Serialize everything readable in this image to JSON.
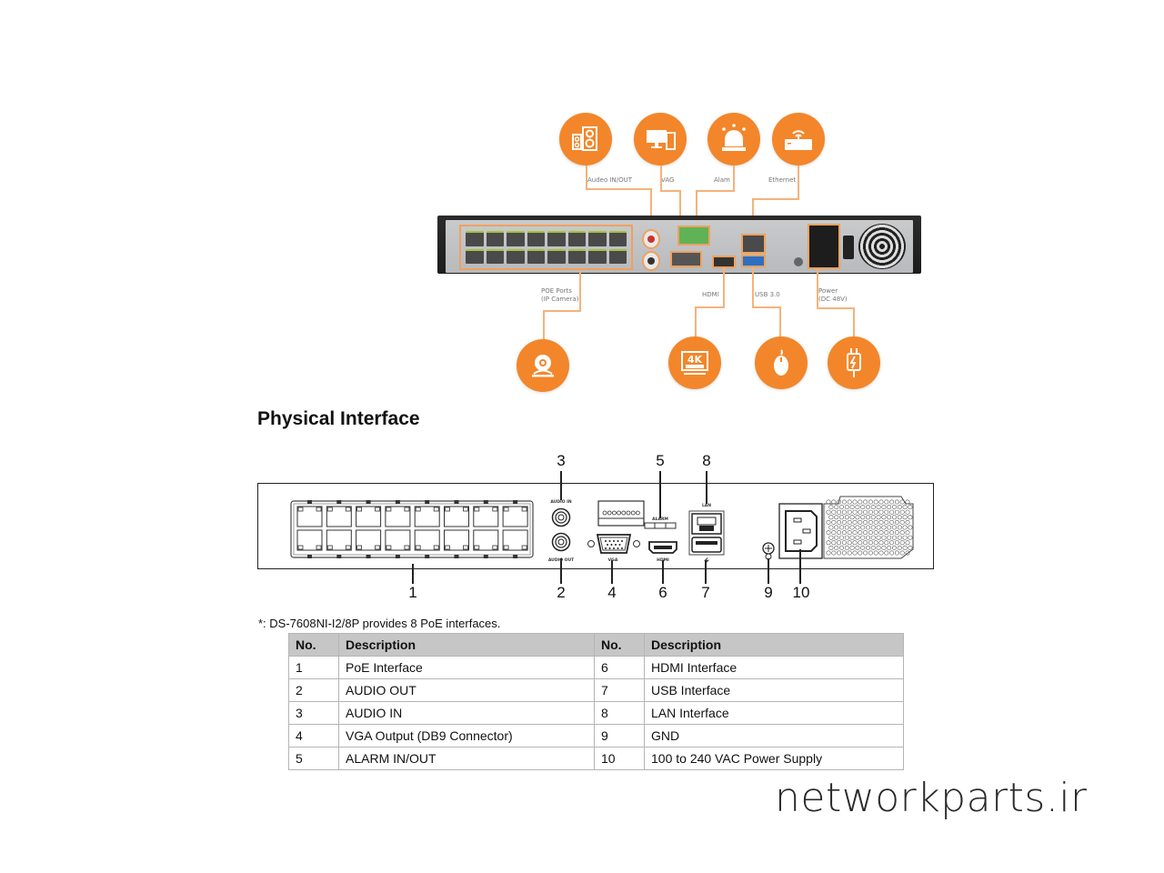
{
  "top_diagram": {
    "accent_color": "#f3862a",
    "top_callouts": [
      {
        "label": "Audeo IN/OUT",
        "icon": "speaker-icon"
      },
      {
        "label": "VAG",
        "icon": "monitor-icon"
      },
      {
        "label": "Alam",
        "icon": "alarm-light-icon"
      },
      {
        "label": "Ethernet",
        "icon": "router-icon"
      }
    ],
    "bottom_callouts": [
      {
        "label": "POE Ports\n(IP Camera)",
        "label_line1": "POE Ports",
        "label_line2": "(IP Camera)",
        "icon": "camera-icon"
      },
      {
        "label": "HDMI",
        "icon": "4k-display-icon"
      },
      {
        "label": "USB 3.0",
        "icon": "mouse-icon"
      },
      {
        "label_line1": "Power",
        "label_line2": "(DC 48V)",
        "icon": "power-plug-icon"
      }
    ]
  },
  "section": {
    "title": "Physical Interface"
  },
  "line_diagram": {
    "top_numbers": [
      "3",
      "5",
      "8"
    ],
    "bottom_numbers": [
      "1",
      "2",
      "4",
      "6",
      "7",
      "9",
      "10"
    ],
    "port_labels": {
      "audio_in": "AUDIO IN",
      "audio_out": "AUDIO OUT",
      "vga": "VGA",
      "alarm": "ALARM",
      "hdmi": "HDMI",
      "lan": "LAN",
      "usb": "⭍"
    }
  },
  "note": "*: DS-7608NI-I2/8P provides 8 PoE interfaces.",
  "table": {
    "headers": [
      "No.",
      "Description",
      "No.",
      "Description"
    ],
    "rows": [
      [
        "1",
        "PoE Interface",
        "6",
        "HDMI Interface"
      ],
      [
        "2",
        "AUDIO OUT",
        "7",
        "USB Interface"
      ],
      [
        "3",
        "AUDIO IN",
        "8",
        "LAN Interface"
      ],
      [
        "4",
        "VGA Output (DB9 Connector)",
        "9",
        "GND"
      ],
      [
        "5",
        "ALARM IN/OUT",
        "10",
        "100 to 240 VAC Power Supply"
      ]
    ]
  },
  "watermark": "networkparts.ir"
}
